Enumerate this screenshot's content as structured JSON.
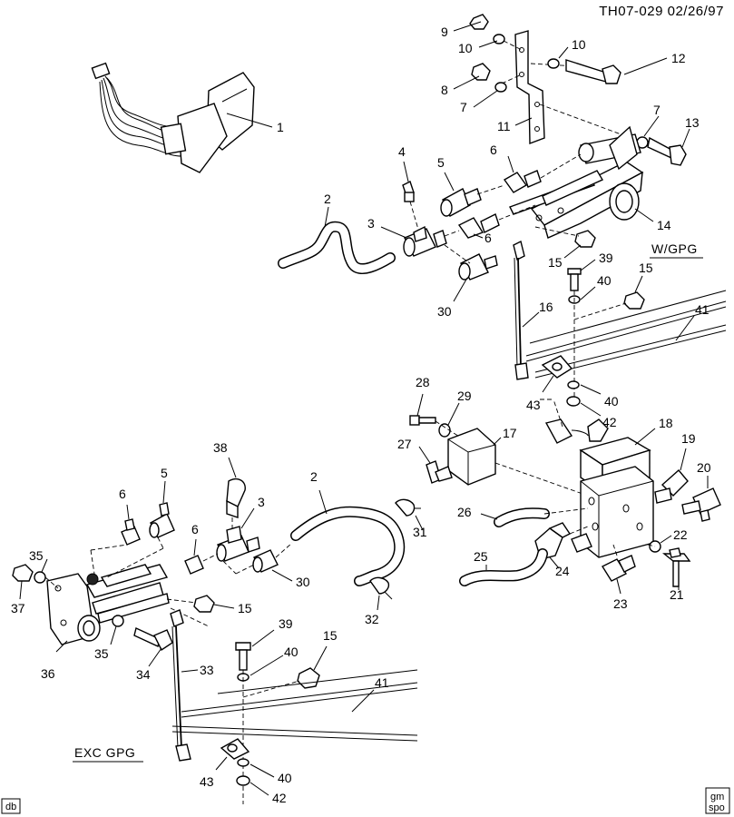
{
  "header": {
    "drawing_id": "TH07-029  02/26/97"
  },
  "sections": {
    "with_gpg": "W/GPG",
    "except_gpg": "EXC  GPG"
  },
  "corner": {
    "left_tag": "db",
    "right_logo_top": "gm",
    "right_logo_bottom": "spo"
  },
  "callouts": {
    "c1": "1",
    "c2a": "2",
    "c2b": "2",
    "c3a": "3",
    "c3b": "3",
    "c4": "4",
    "c5a": "5",
    "c5b": "5",
    "c6a": "6",
    "c6b": "6",
    "c6c": "6",
    "c6d": "6",
    "c7a": "7",
    "c7b": "7",
    "c8": "8",
    "c9": "9",
    "c10a": "10",
    "c10b": "10",
    "c11": "11",
    "c12": "12",
    "c13": "13",
    "c14": "14",
    "c15a": "15",
    "c15b": "15",
    "c15c": "15",
    "c15d": "15",
    "c16": "16",
    "c17": "17",
    "c18": "18",
    "c19": "19",
    "c20": "20",
    "c21": "21",
    "c22": "22",
    "c23": "23",
    "c24": "24",
    "c25": "25",
    "c26": "26",
    "c27": "27",
    "c28": "28",
    "c29": "29",
    "c30a": "30",
    "c30b": "30",
    "c31": "31",
    "c32": "32",
    "c33": "33",
    "c34": "34",
    "c35a": "35",
    "c35b": "35",
    "c36": "36",
    "c37": "37",
    "c38": "38",
    "c39a": "39",
    "c39b": "39",
    "c40a": "40",
    "c40b": "40",
    "c40c": "40",
    "c40d": "40",
    "c41a": "41",
    "c41b": "41",
    "c42a": "42",
    "c42b": "42",
    "c43a": "43",
    "c43b": "43"
  }
}
